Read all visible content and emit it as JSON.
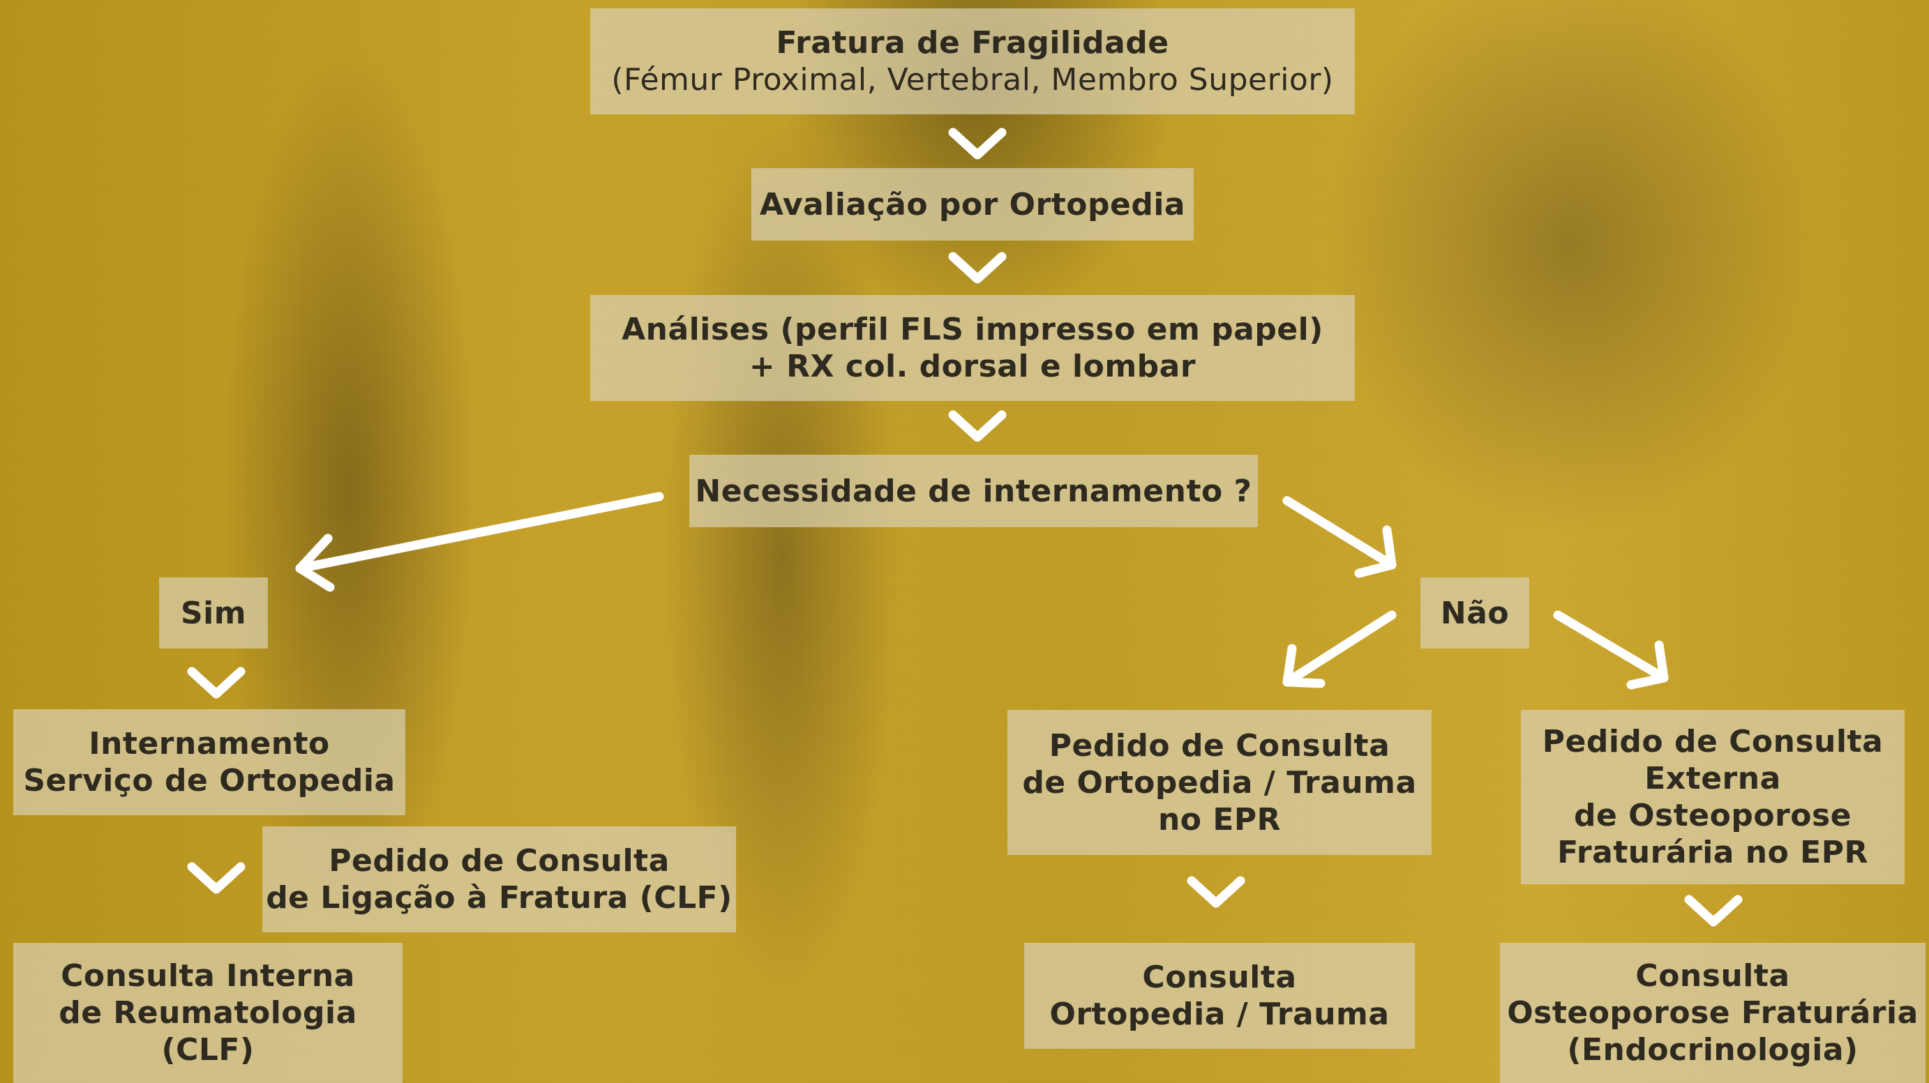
{
  "nodes": {
    "fracture": {
      "line1": "Fratura de Fragilidade",
      "line2": "(Fémur Proximal, Vertebral, Membro Superior)"
    },
    "ortho_eval": {
      "line1": "Avaliação por Ortopedia"
    },
    "analyses": {
      "line1": "Análises (perfil FLS impresso em papel)",
      "line2": "+ RX col. dorsal e lombar"
    },
    "question": {
      "line1": "Necessidade de internamento ?"
    },
    "yes": {
      "line1": "Sim"
    },
    "no": {
      "line1": "Não"
    },
    "admission": {
      "line1": "Internamento",
      "line2": "Serviço de Ortopedia"
    },
    "clf_request": {
      "line1": "Pedido de Consulta",
      "line2": "de Ligação à Fratura (CLF)"
    },
    "rheum": {
      "line1": "Consulta Interna",
      "line2": "de Reumatologia",
      "line3": "(CLF)"
    },
    "ortho_request": {
      "line1": "Pedido de Consulta",
      "line2": "de Ortopedia / Trauma",
      "line3": "no EPR"
    },
    "osteo_request": {
      "line1": "Pedido de Consulta",
      "line2": "Externa",
      "line3": "de Osteoporose",
      "line4": "Fraturária no EPR"
    },
    "ortho_consult": {
      "line1": "Consulta",
      "line2": "Ortopedia / Trauma"
    },
    "osteo_consult": {
      "line1": "Consulta",
      "line2": "Osteoporose Fraturária",
      "line3": "(Endocrinologia)"
    }
  },
  "colors": {
    "background": "#c29e22",
    "box_fill": "#d8ceaf",
    "text": "#2f2a20",
    "arrow": "#ffffff"
  }
}
